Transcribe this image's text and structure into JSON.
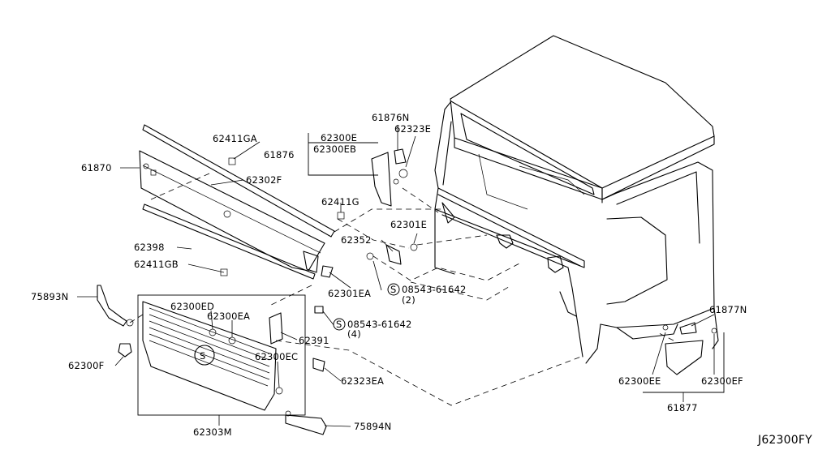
{
  "diagram_id": "J62300FY",
  "labels": {
    "l_62411GA": "62411GA",
    "l_61870": "61870",
    "l_62302F": "62302F",
    "l_62411G": "62411G",
    "l_62398": "62398",
    "l_62411GB": "62411GB",
    "l_75893N": "75893N",
    "l_62300F": "62300F",
    "l_62300ED": "62300ED",
    "l_62300EA": "62300EA",
    "l_62300EC": "62300EC",
    "l_62303M": "62303M",
    "l_75894N": "75894N",
    "l_62323EA": "62323EA",
    "l_62391": "62391",
    "l_08543_4": "08543-61642",
    "l_qty4": "(4)",
    "l_08543_2": "08543-61642",
    "l_qty2": "(2)",
    "l_62301EA": "62301EA",
    "l_62352": "62352",
    "l_62301E": "62301E",
    "l_61876N": "61876N",
    "l_62323E": "62323E",
    "l_62300E": "62300E",
    "l_62300EB": "62300EB",
    "l_61876": "61876",
    "l_61877N": "61877N",
    "l_62300EE": "62300EE",
    "l_62300EF": "62300EF",
    "l_61877": "61877"
  },
  "symbols": {
    "screw_mark": "S"
  }
}
